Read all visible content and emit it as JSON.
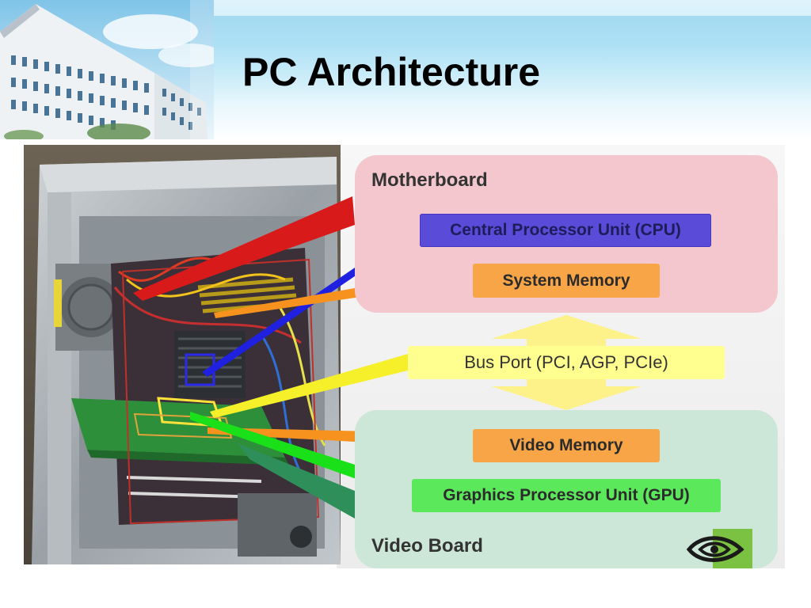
{
  "slide": {
    "title": "PC Architecture"
  },
  "diagram": {
    "motherboard_label": "Motherboard",
    "video_board_label": "Video Board",
    "cpu_label": "Central Processor Unit (CPU)",
    "system_memory_label": "System Memory",
    "bus_port_label": "Bus Port (PCI, AGP, PCIe)",
    "video_memory_label": "Video Memory",
    "gpu_label": "Graphics Processor Unit (GPU)"
  },
  "colors": {
    "motherboard_panel": "#f3c7cd",
    "video_board_panel": "#cce7d8",
    "cpu": "#5a4cd8",
    "memory": "#f7a547",
    "bus": "#ffff8f",
    "gpu": "#5be85b",
    "motherboard_connector": "#d81a1a",
    "video_board_connector": "#2f8f5a"
  },
  "icons": {
    "header_image": "building-photo",
    "photo": "pc-case-photo",
    "logo": "nvidia-eye-logo"
  }
}
